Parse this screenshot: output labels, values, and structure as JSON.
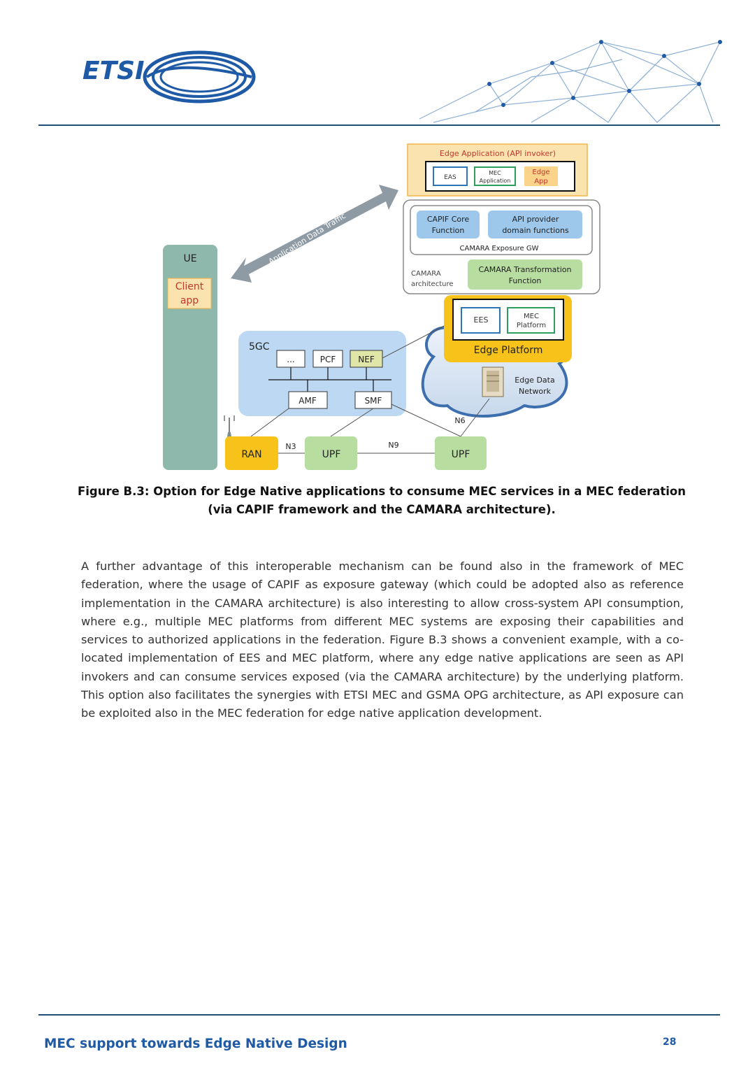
{
  "header": {
    "logo_text": "ETSI"
  },
  "figure": {
    "edge_app_title": "Edge Application  (API invoker)",
    "eas": "EAS",
    "mec_app_line1": "MEC",
    "mec_app_line2": "Application",
    "edge_app_line1": "Edge",
    "edge_app_line2": "App",
    "capif_line1": "CAPIF Core",
    "capif_line2": "Function",
    "api_provider_line1": "API provider",
    "api_provider_line2": "domain functions",
    "camara_gw": "CAMARA Exposure GW",
    "camara_arch_line1": "CAMARA",
    "camara_arch_line2": "architecture",
    "camara_tf_line1": "CAMARA Transformation",
    "camara_tf_line2": "Function",
    "arrow_label": "Application Data Traffic",
    "ue": "UE",
    "client_line1": "Client",
    "client_line2": "app",
    "ees": "EES",
    "mec_platform_line1": "MEC",
    "mec_platform_line2": "Platform",
    "edge_platform": "Edge Platform",
    "edn_line1": "Edge Data",
    "edn_line2": "Network",
    "fivegc": "5GC",
    "dots": "...",
    "pcf": "PCF",
    "nef": "NEF",
    "amf": "AMF",
    "smf": "SMF",
    "ran": "RAN",
    "upf1": "UPF",
    "upf2": "UPF",
    "n3": "N3",
    "n9": "N9",
    "n6": "N6"
  },
  "caption": {
    "line1": "Figure B.3: Option for Edge Native applications to consume MEC services in a MEC federation",
    "line2": "(via CAPIF framework and the CAMARA architecture)."
  },
  "body": {
    "paragraph": "A further advantage of this interoperable mechanism can be found also in the framework of MEC federation, where the usage of CAPIF as exposure gateway (which could be adopted also as reference implementation in the CAMARA architecture) is also interesting to allow cross-system API consumption, where e.g., multiple MEC platforms from different MEC systems are exposing their capabilities and services to authorized applications in the federation. Figure B.3 shows a convenient example, with a co-located implementation of EES and MEC platform, where any edge native applications are seen as API invokers and can consume services exposed (via the CAMARA architecture) by the underlying platform. This option also facilitates the synergies with ETSI MEC and GSMA OPG architecture, as API exposure can be exploited also in the MEC federation for edge native application development."
  },
  "footer": {
    "title": "MEC support towards Edge Native Design",
    "page_number": "28"
  },
  "colors": {
    "etsi_blue": "#1f5aa6",
    "rule_blue": "#1f4e79",
    "edge_orange": "#f7c21a",
    "teal": "#8fb8ad",
    "light_blue": "#bcd8f2",
    "green": "#b7dea0"
  }
}
